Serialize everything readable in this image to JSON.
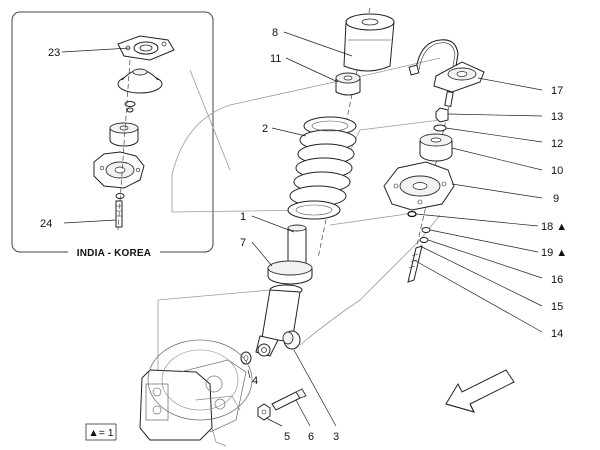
{
  "inset": {
    "title": "INDIA - KOREA",
    "callouts": [
      "23",
      "24"
    ]
  },
  "callouts": {
    "c1": "1",
    "c2": "2",
    "c3": "3",
    "c4": "4",
    "c5": "5",
    "c6": "6",
    "c7": "7",
    "c8": "8",
    "c9": "9",
    "c10": "10",
    "c11": "11",
    "c12": "12",
    "c13": "13",
    "c14": "14",
    "c15": "15",
    "c16": "16",
    "c17": "17",
    "c18": "18 ▲",
    "c19": "19 ▲"
  },
  "legend": {
    "text": "▲= 1"
  },
  "colors": {
    "line": "#222222",
    "ghost": "#9a9a9a"
  },
  "icons": {
    "direction": "front-direction-arrow-icon",
    "marker": "triangle-marker-icon"
  }
}
